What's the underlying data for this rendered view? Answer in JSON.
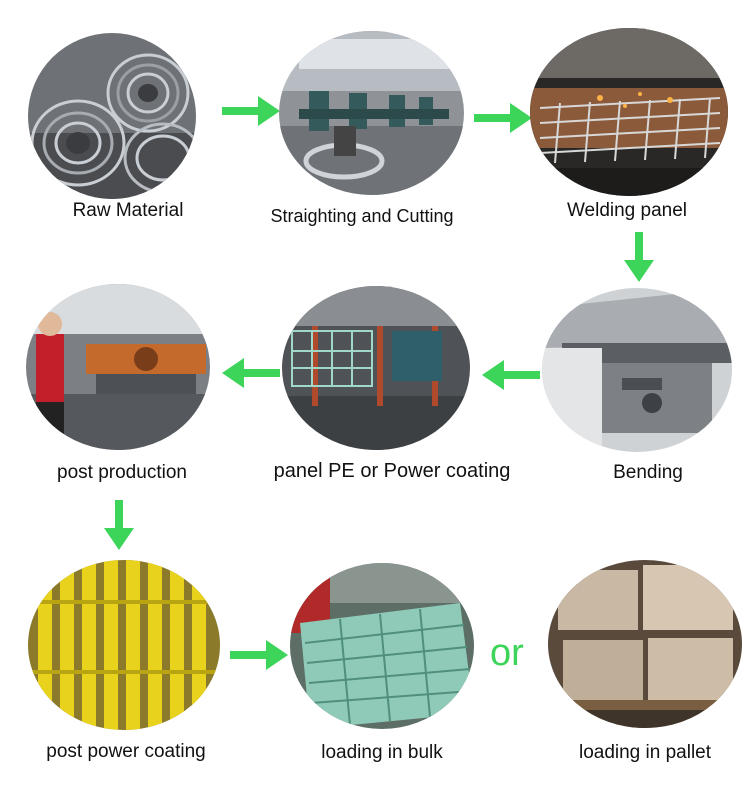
{
  "steps": [
    {
      "id": "raw-material",
      "label": "Raw Material"
    },
    {
      "id": "straighting-cutting",
      "label": "Straighting and Cutting"
    },
    {
      "id": "welding-panel",
      "label": "Welding panel"
    },
    {
      "id": "bending",
      "label": "Bending"
    },
    {
      "id": "panel-coating",
      "label": "panel PE or Power coating"
    },
    {
      "id": "post-production",
      "label": "post production"
    },
    {
      "id": "post-power-coating",
      "label": "post power coating"
    },
    {
      "id": "loading-bulk",
      "label": "loading in bulk"
    },
    {
      "id": "loading-pallet",
      "label": "loading in pallet"
    }
  ],
  "connector_word": "or",
  "colors": {
    "arrow": "#3dd45a",
    "text": "#111111"
  }
}
